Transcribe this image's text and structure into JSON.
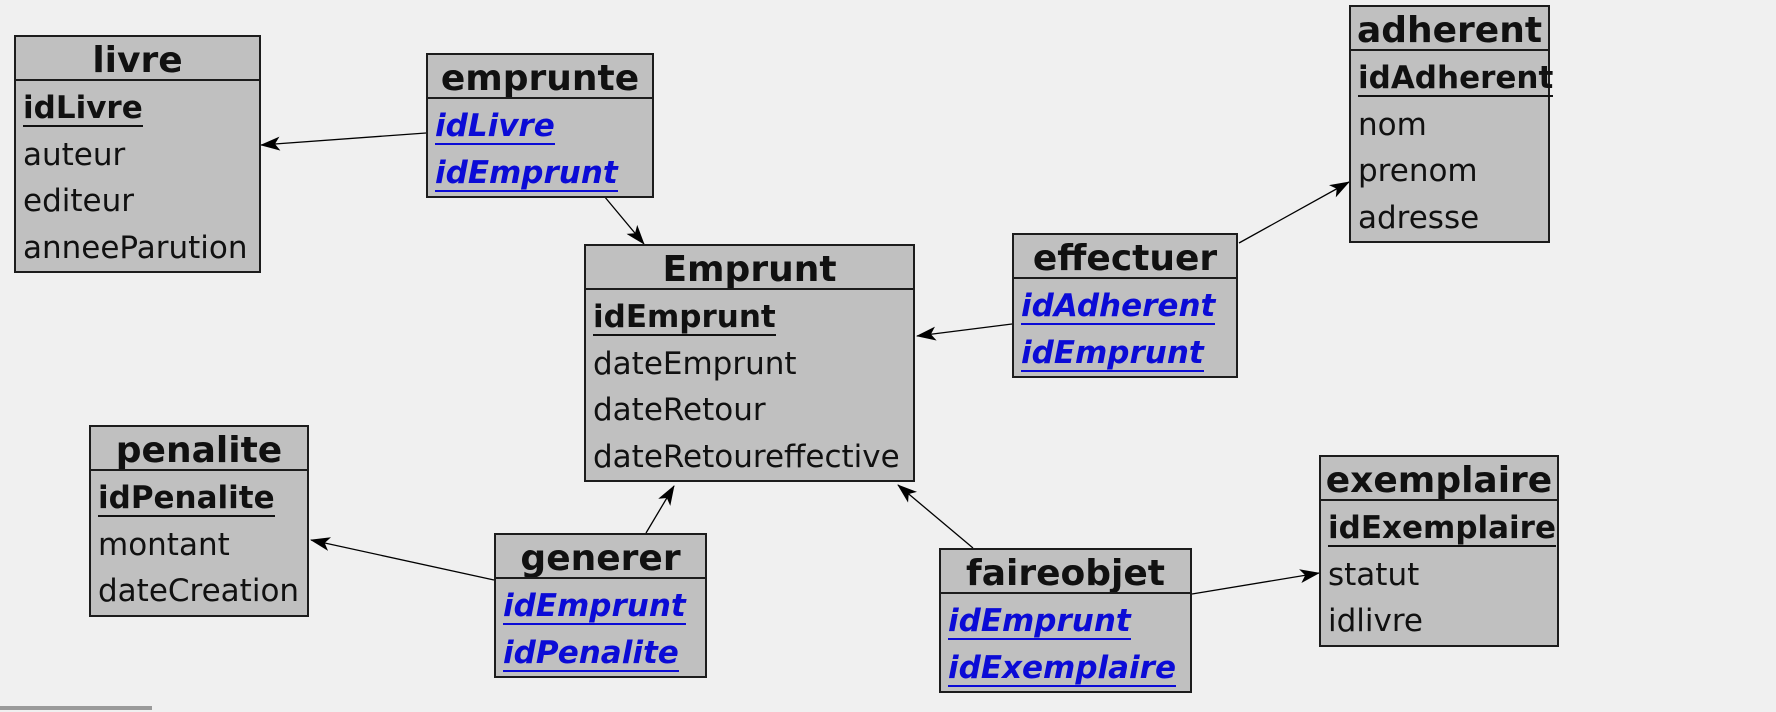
{
  "diagram": {
    "colors": {
      "background": "#f0f0f0",
      "table_fill": "#c0c0c0",
      "border": "#1c1c1c",
      "foreign_key": "#0b0bd6",
      "text": "#111111"
    },
    "tables": [
      {
        "id": "livre",
        "name": "livre",
        "fields": [
          {
            "name": "idLivre",
            "kind": "pk"
          },
          {
            "name": "auteur",
            "kind": "plain"
          },
          {
            "name": "editeur",
            "kind": "plain"
          },
          {
            "name": "anneeParution",
            "kind": "plain"
          }
        ]
      },
      {
        "id": "emprunte",
        "name": "emprunte",
        "fields": [
          {
            "name": "idLivre",
            "kind": "fk"
          },
          {
            "name": "idEmprunt",
            "kind": "fk"
          }
        ]
      },
      {
        "id": "adherent",
        "name": "adherent",
        "fields": [
          {
            "name": "idAdherent",
            "kind": "pk"
          },
          {
            "name": "nom",
            "kind": "plain"
          },
          {
            "name": "prenom",
            "kind": "plain"
          },
          {
            "name": "adresse",
            "kind": "plain"
          }
        ]
      },
      {
        "id": "emprunt",
        "name": "Emprunt",
        "fields": [
          {
            "name": "idEmprunt",
            "kind": "pk"
          },
          {
            "name": "dateEmprunt",
            "kind": "plain"
          },
          {
            "name": "dateRetour",
            "kind": "plain"
          },
          {
            "name": "dateRetoureffective",
            "kind": "plain"
          }
        ]
      },
      {
        "id": "effectuer",
        "name": "effectuer",
        "fields": [
          {
            "name": "idAdherent",
            "kind": "fk"
          },
          {
            "name": "idEmprunt",
            "kind": "fk"
          }
        ]
      },
      {
        "id": "penalite",
        "name": "penalite",
        "fields": [
          {
            "name": "idPenalite",
            "kind": "pk"
          },
          {
            "name": "montant",
            "kind": "plain"
          },
          {
            "name": "dateCreation",
            "kind": "plain"
          }
        ]
      },
      {
        "id": "generer",
        "name": "generer",
        "fields": [
          {
            "name": "idEmprunt",
            "kind": "fk"
          },
          {
            "name": "idPenalite",
            "kind": "fk"
          }
        ]
      },
      {
        "id": "faireobjet",
        "name": "faireobjet",
        "fields": [
          {
            "name": "idEmprunt",
            "kind": "fk"
          },
          {
            "name": "idExemplaire",
            "kind": "fk"
          }
        ]
      },
      {
        "id": "exemplaire",
        "name": "exemplaire",
        "fields": [
          {
            "name": "idExemplaire",
            "kind": "pk"
          },
          {
            "name": "statut",
            "kind": "plain"
          },
          {
            "name": "idlivre",
            "kind": "plain"
          }
        ]
      }
    ],
    "links": [
      {
        "from": "emprunte",
        "to": "livre"
      },
      {
        "from": "emprunte",
        "to": "emprunt"
      },
      {
        "from": "effectuer",
        "to": "emprunt"
      },
      {
        "from": "effectuer",
        "to": "adherent"
      },
      {
        "from": "generer",
        "to": "emprunt"
      },
      {
        "from": "generer",
        "to": "penalite"
      },
      {
        "from": "faireobjet",
        "to": "emprunt"
      },
      {
        "from": "faireobjet",
        "to": "exemplaire"
      }
    ]
  }
}
